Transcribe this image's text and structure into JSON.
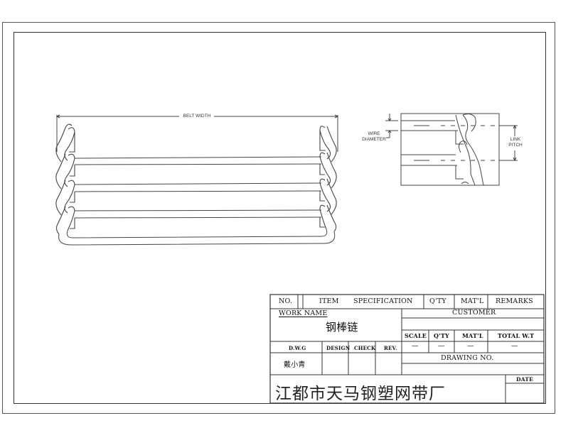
{
  "drawing": {
    "front_view": {
      "dimension_label": "BELT WIDTH",
      "rod_count": 4
    },
    "side_view": {
      "wire_diameter_label_line1": "WIRE",
      "wire_diameter_label_line2": "DIAMETER",
      "link_pitch_label_line1": "LINK",
      "link_pitch_label_line2": "PITCH"
    }
  },
  "title_block": {
    "header": {
      "no": "NO.",
      "item": "ITEM",
      "specification": "SPECIFICATION",
      "qty": "Q'TY",
      "matl": "MAT'L",
      "remarks": "REMARKS"
    },
    "work_name_label": "WORK  NAME",
    "work_name_value": "钢棒链",
    "customer_label": "CUSTOMER",
    "customer_value": "",
    "specs": {
      "scale_label": "SCALE",
      "qty_label": "Q'TY",
      "matl_label": "MAT'L",
      "total_wt_label": "TOTAL  W.T",
      "scale_value": "—",
      "qty_value": "—",
      "matl_value": "—",
      "total_wt_value": "—"
    },
    "signoff": {
      "dwg_label": "D.W.G",
      "design_label": "DESIGN",
      "check_label": "CHECK",
      "rev_label": "REV.",
      "dwg_value": "戴小青",
      "design_value": "",
      "check_value": "",
      "rev_value": ""
    },
    "drawing_no_label": "DRAWING  NO.",
    "drawing_no_value": "",
    "company_name": "江都市天马钢塑网带厂",
    "date_label": "DATE",
    "date_value": ""
  }
}
